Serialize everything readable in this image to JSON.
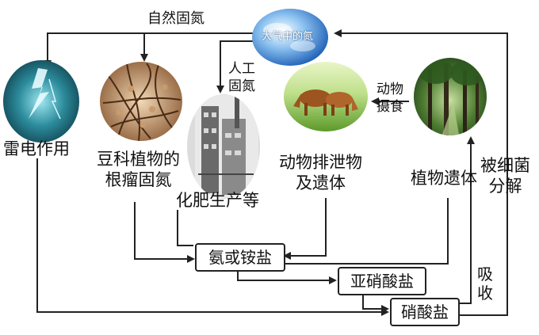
{
  "nodes": {
    "atmosphere": "大气中的氮",
    "lightning": "雷电作用",
    "legume_line1": "豆科植物的",
    "legume_line2": "根瘤固氮",
    "fertilizer": "化肥生产等",
    "excreta_line1": "动物排泄物",
    "excreta_line2": "及遗体",
    "plant_remains": "植物遗体",
    "ammonia": "氨或铵盐",
    "nitrite": "亚硝酸盐",
    "nitrate": "硝酸盐"
  },
  "edge_labels": {
    "natural_fixation": "自然固氮",
    "artificial_line1": "人工",
    "artificial_line2": "固氮",
    "animal_line1": "动物",
    "animal_line2": "摄食",
    "bacteria_line1": "被细菌",
    "bacteria_line2": "分解",
    "absorb_char1": "吸",
    "absorb_char2": "收"
  },
  "images": [
    "atmosphere-globe",
    "lightning-photo",
    "root-nodule-photo",
    "factory-photo",
    "cattle-photo",
    "forest-photo"
  ],
  "colors": {
    "arrow": "#222222",
    "sky_blue": "#3a7fd0",
    "lightning_teal": "#1f7d8c",
    "grass_green": "#6fae3a",
    "forest_green": "#3f6b2a",
    "cow_brown": "#9c5420"
  }
}
